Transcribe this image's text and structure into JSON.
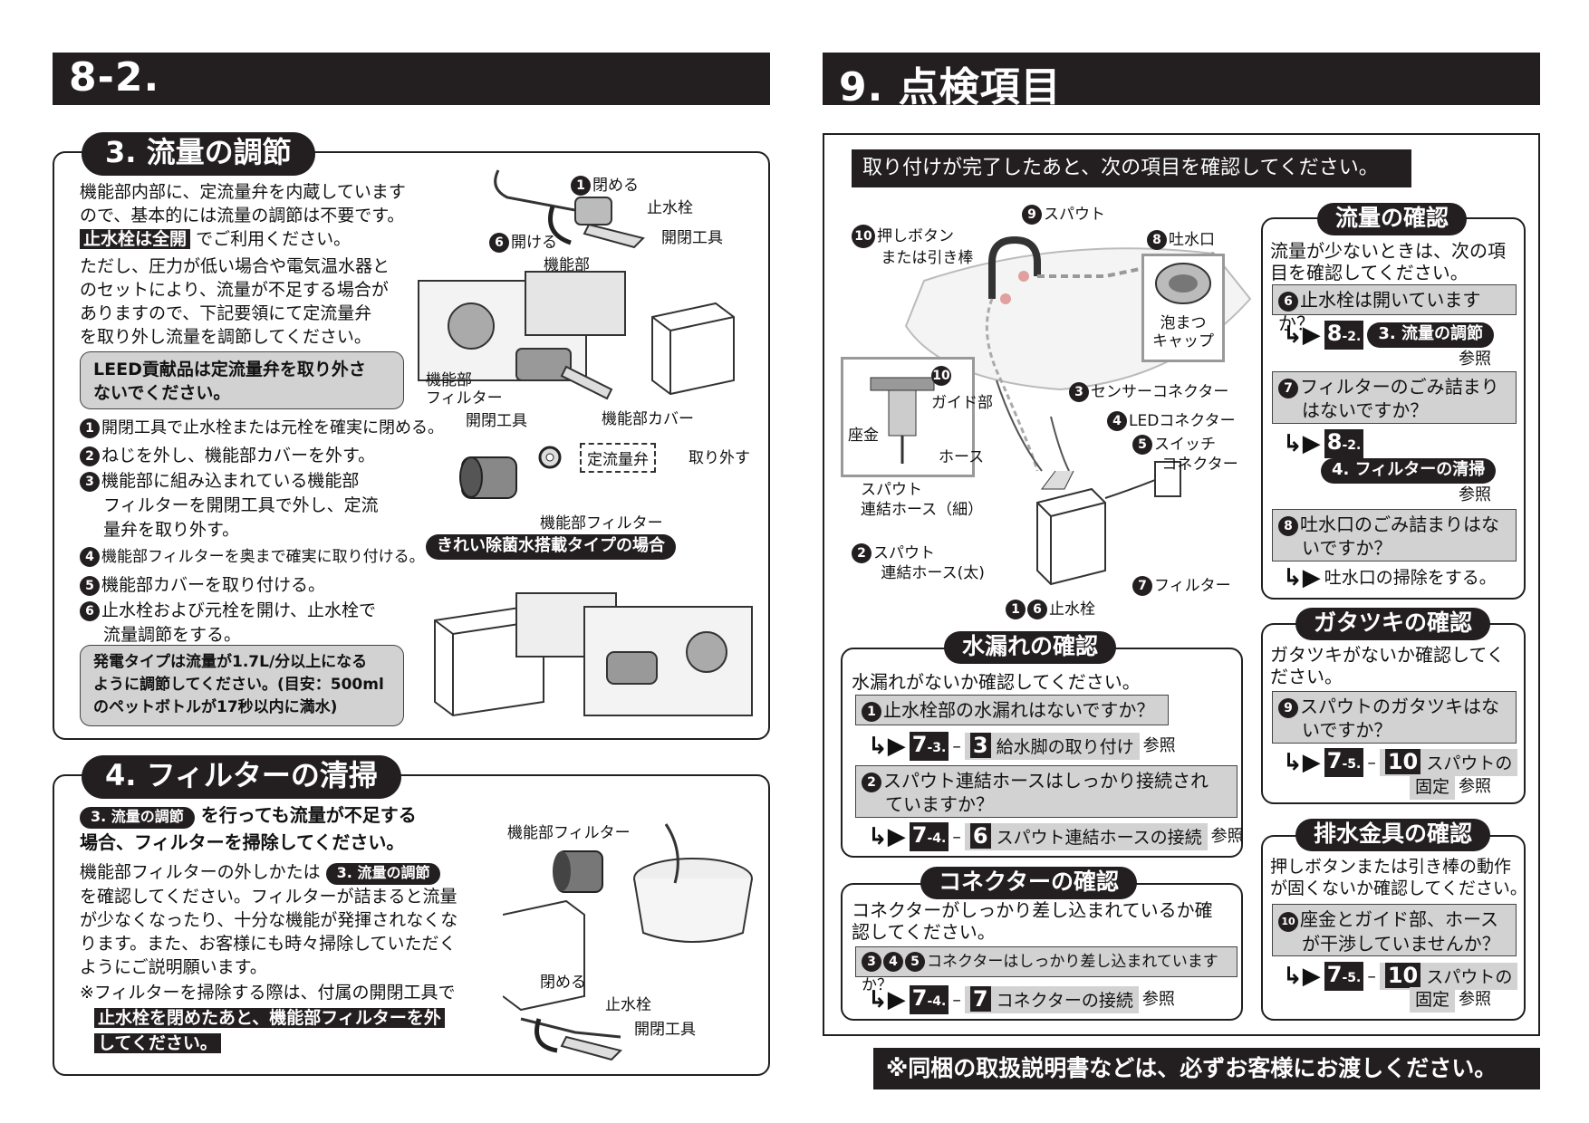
{
  "left_header": "8-2.",
  "right_header": "9. 点検項目",
  "sec3": {
    "title": "3. 流量の調節",
    "p1": [
      "機能部内部に、定流量弁を内蔵しています",
      "ので、基本的には流量の調節は不要です。"
    ],
    "p1_highlight": "止水栓は全開",
    "p1_tail": "でご利用ください。",
    "p2": [
      "ただし、圧力が低い場合や電気温水器と",
      "のセットにより、流量が不足する場合が",
      "ありますので、下記要領にて定流量弁",
      "を取り外し流量を調節してください。"
    ],
    "leed": [
      "LEED貢献品は定流量弁を取り外さ",
      "ないでください。"
    ],
    "steps": [
      {
        "n": "1",
        "text": "開閉工具で止水栓または元栓を確実に閉める。"
      },
      {
        "n": "2",
        "text": "ねじを外し、機能部カバーを外す。"
      },
      {
        "n": "3",
        "text": "機能部に組み込まれている機能部"
      },
      {
        "n": "",
        "text": "フィルターを開閉工具で外し、定流"
      },
      {
        "n": "",
        "text": "量弁を取り外す。"
      },
      {
        "n": "4",
        "text": "機能部フィルターを奥まで確実に取り付ける。"
      },
      {
        "n": "5",
        "text": "機能部カバーを取り付ける。"
      },
      {
        "n": "6",
        "text": "止水栓および元栓を開け、止水栓で"
      },
      {
        "n": "",
        "text": "流量調節をする。"
      }
    ],
    "note": [
      "発電タイプは流量が1.7L/分以上になる",
      "ように調節してください。(目安：500ml",
      "のペットボトルが17秒以内に満水)"
    ],
    "fig_labels": {
      "close": "閉める",
      "stopcock": "止水栓",
      "open": "開ける",
      "tool": "開閉工具",
      "unit": "機能部",
      "unit_filter": "機能部\nフィルター",
      "tool2": "開閉工具",
      "cover": "機能部カバー",
      "valve": "定流量弁",
      "remove": "取り外す",
      "unit_filter2": "機能部フィルター",
      "clean_type": "きれい除菌水搭載タイプの場合"
    }
  },
  "sec4": {
    "title": "4. フィルターの清掃",
    "ref_pill": "3. 流量の調節",
    "lead": "を行っても流量が不足する",
    "lead2": "場合、フィルターを掃除してください。",
    "p1_a": "機能部フィルターの外しかたは",
    "p1_pill": "3. 流量の調節",
    "p1": [
      "を確認してください。フィルターが詰まると流量",
      "が少なくなったり、十分な機能が発揮されなくな",
      "ります。また、お客様にも時々掃除していただく",
      "ようにご説明願います。"
    ],
    "note_a": "※フィルターを掃除する際は、付属の開閉工具で",
    "note_b": "止水栓を閉めたあと、機能部フィルターを外",
    "note_c": "してください。",
    "fig_labels": {
      "filter": "機能部フィルター",
      "close": "閉める",
      "stopcock": "止水栓",
      "tool": "開閉工具"
    }
  },
  "sec9": {
    "intro": "取り付けが完了したあと、次の項目を確認してください。",
    "diagram_labels": {
      "pushbutton": "押しボタン\nまたは引き棒",
      "spout": "スパウト",
      "outlet": "吐水口",
      "aerator": "泡まつ\nキャップ",
      "guide": "ガイド部",
      "seat": "座金",
      "hose": "ホース",
      "sensor": "センサーコネクター",
      "led": "LEDコネクター",
      "switch": "スイッチ\nコネクター",
      "spout_hose_thin": "スパウト\n連結ホース（細）",
      "spout_hose_thick": "スパウト\n連結ホース(太)",
      "filter": "フィルター",
      "stopcock": "止水栓"
    },
    "leak": {
      "title": "水漏れの確認",
      "intro": "水漏れがないか確認してください。",
      "q1": "止水栓部の水漏れはないですか？",
      "r1_num": "7",
      "r1_sub": "-3.",
      "r1_step": "3",
      "r1_text": "給水脚の取り付け",
      "ref": "参照",
      "q2": [
        "スパウト連結ホースはしっかり接続され",
        "ていますか？"
      ],
      "r2_num": "7",
      "r2_sub": "-4.",
      "r2_step": "6",
      "r2_text": "スパウト連結ホースの接続"
    },
    "connector": {
      "title": "コネクターの確認",
      "intro": [
        "コネクターがしっかり差し込まれているか確",
        "認してください。"
      ],
      "q": "コネクターはしっかり差し込まれていますか？",
      "r_num": "7",
      "r_sub": "-4.",
      "r_step": "7",
      "r_text": "コネクターの接続",
      "ref": "参照"
    },
    "flow": {
      "title": "流量の確認",
      "intro": [
        "流量が少ないときは、次の項",
        "目を確認してください。"
      ],
      "q1": "止水栓は開いていますか？",
      "r1_num": "8",
      "r1_sub": "-2.",
      "r1_pill": "3. 流量の調節",
      "ref": "参照",
      "q2": [
        "フィルターのごみ詰まり",
        "はないですか？"
      ],
      "r2_num": "8",
      "r2_sub": "-2.",
      "r2_pill": "4. フィルターの清掃",
      "q3": [
        "吐水口のごみ詰まりはな",
        "いですか？"
      ],
      "r3": "吐水口の掃除をする。"
    },
    "wobble": {
      "title": "ガタツキの確認",
      "intro": [
        "ガタツキがないか確認してく",
        "ださい。"
      ],
      "q": [
        "スパウトのガタツキはな",
        "いですか？"
      ],
      "r_num": "7",
      "r_sub": "-5.",
      "r_step": "10",
      "r_text": "スパウトの",
      "r_text2": "固定",
      "ref": "参照"
    },
    "drain": {
      "title": "排水金具の確認",
      "intro": [
        "押しボタンまたは引き棒の動作",
        "が固くないか確認してください。"
      ],
      "q": [
        "座金とガイド部、ホース",
        "が干渉していませんか？"
      ],
      "r_num": "7",
      "r_sub": "-5.",
      "r_step": "10",
      "r_text": "スパウトの",
      "r_text2": "固定",
      "ref": "参照"
    },
    "footer": "※同梱の取扱説明書などは、必ずお客様にお渡しください。"
  }
}
